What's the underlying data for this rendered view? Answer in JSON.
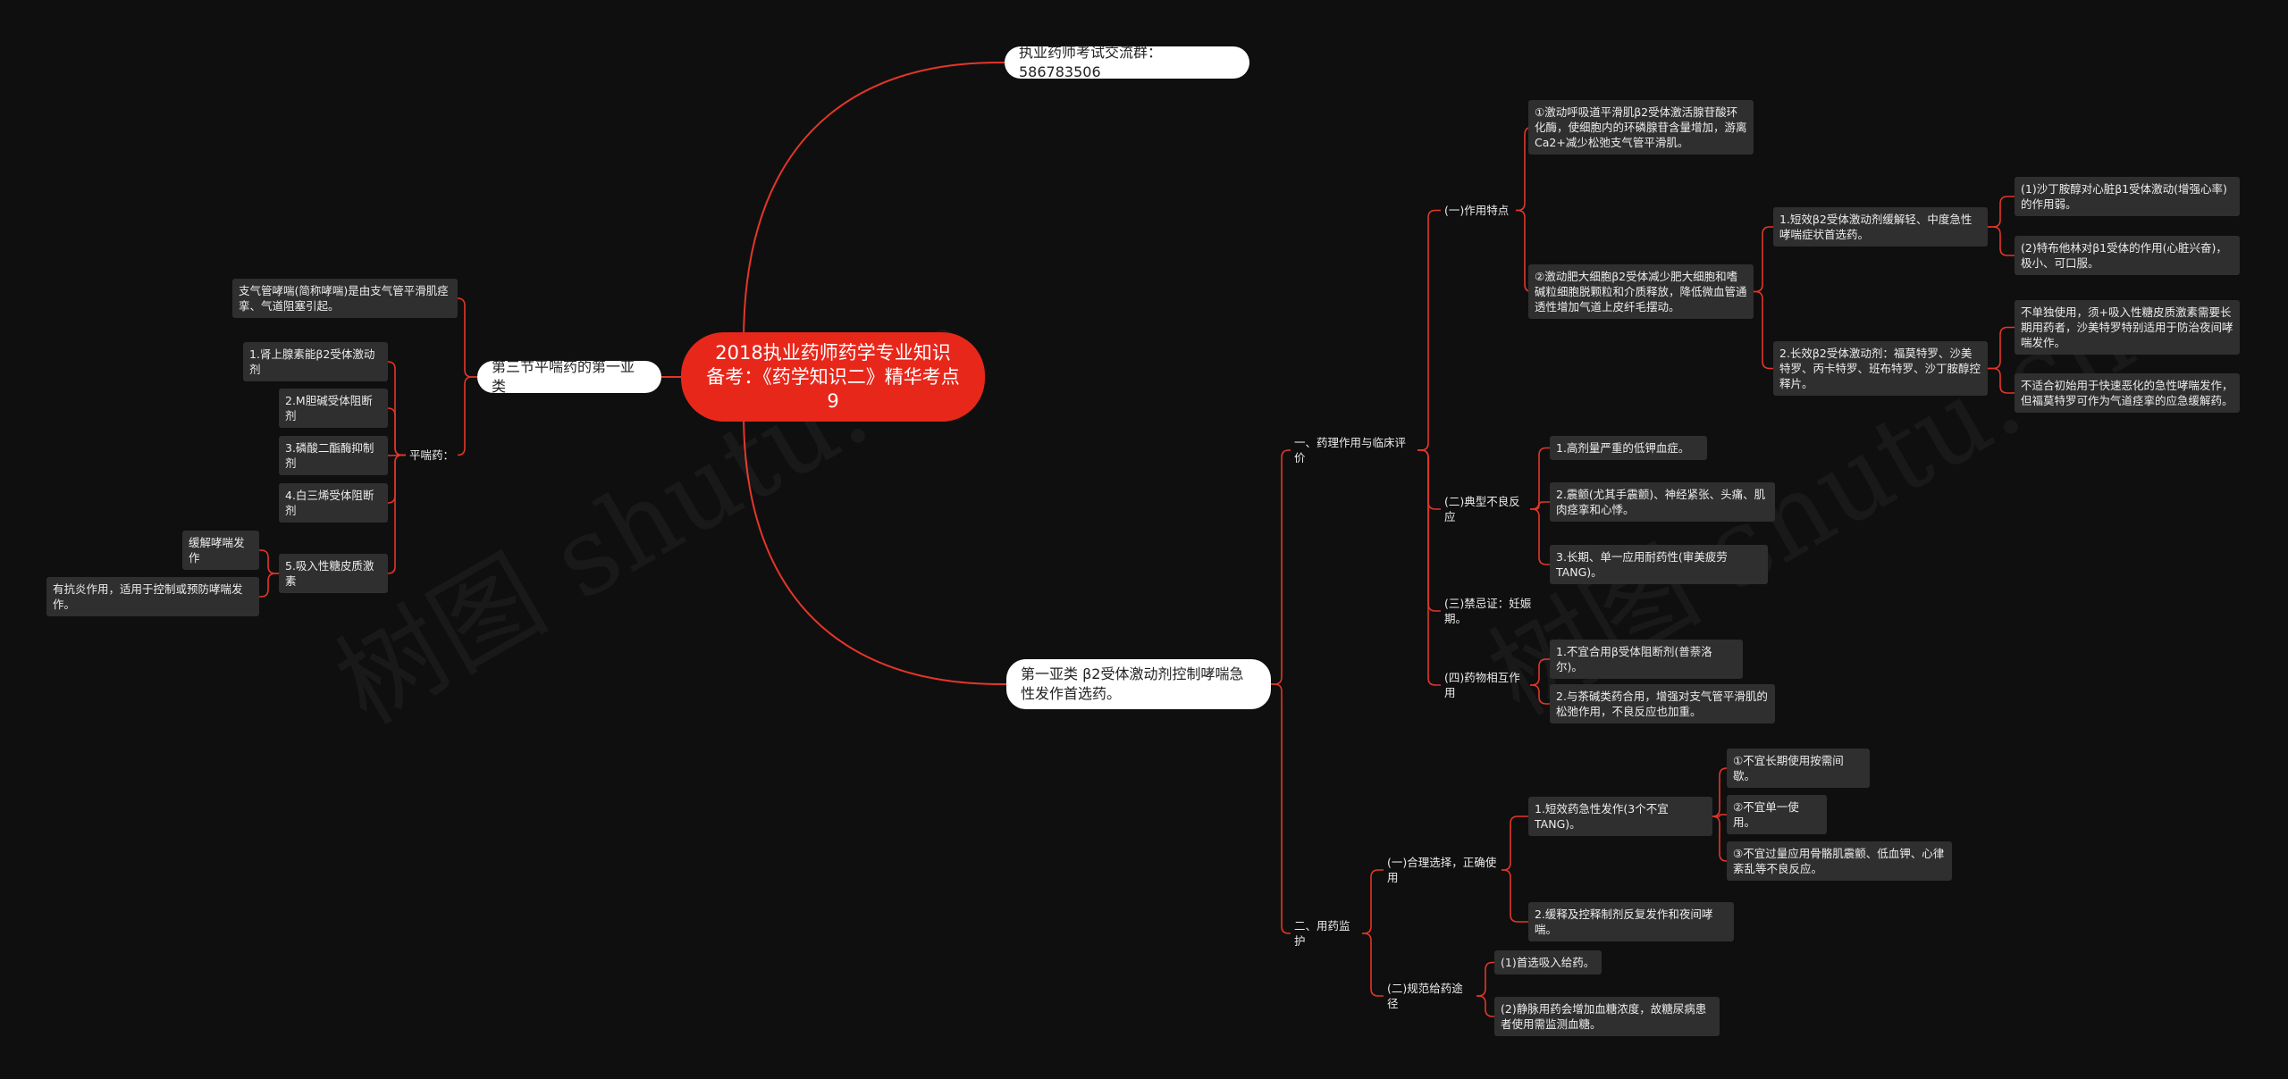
{
  "root": "2018执业药师药学专业知识备考：《药学知识二》精华考点9",
  "qq_group": "执业药师考试交流群：586783506",
  "branch_right": "第一亚类 β2受体激动剂控制哮喘急性发作首选药。",
  "branch_left": "第三节平喘药的第一亚类",
  "left": {
    "intro": "支气管哮喘(简称哮喘)是由支气管平滑肌痉挛、气道阻塞引起。",
    "drugs_label": "平喘药：",
    "drugs": [
      "1.肾上腺素能β2受体激动剂",
      "2.M胆碱受体阻断剂",
      "3.磷酸二酯酶抑制剂",
      "4.白三烯受体阻断剂",
      "5.吸入性糖皮质激素"
    ],
    "steroid_children": [
      "缓解哮喘发作",
      "有抗炎作用，适用于控制或预防哮喘发作。"
    ]
  },
  "s1": {
    "label": "一、药理作用与临床评价",
    "a": {
      "label": "(一)作用特点",
      "m1": "①激动呼吸道平滑肌β2受体激活腺苷酸环化酶，使细胞内的环磷腺苷含量增加，游离Ca2+减少松弛支气管平滑肌。",
      "m2": "②激动肥大细胞β2受体减少肥大细胞和嗜碱粒细胞脱颗粒和介质释放，降低微血管通透性增加气道上皮纤毛摆动。",
      "short": "1.短效β2受体激动剂缓解轻、中度急性哮喘症状首选药。",
      "short_children": [
        "(1)沙丁胺醇对心脏β1受体激动(增强心率)的作用弱。",
        "(2)特布他林对β1受体的作用(心脏兴奋)，极小、可口服。"
      ],
      "long": "2.长效β2受体激动剂：福莫特罗、沙美特罗、丙卡特罗、班布特罗、沙丁胺醇控释片。",
      "long_children": [
        "不单独使用，须+吸入性糖皮质激素需要长期用药者，沙美特罗特别适用于防治夜间哮喘发作。",
        "不适合初始用于快速恶化的急性哮喘发作，但福莫特罗可作为气道痉挛的应急缓解药。"
      ]
    },
    "b": {
      "label": "(二)典型不良反应",
      "items": [
        "1.高剂量严重的低钾血症。",
        "2.震颤(尤其手震颤)、神经紧张、头痛、肌肉痉挛和心悸。",
        "3.长期、单一应用耐药性(审美疲劳TANG)。"
      ]
    },
    "c": {
      "label": "(三)禁忌证：妊娠期。"
    },
    "d": {
      "label": "(四)药物相互作用",
      "items": [
        "1.不宜合用β受体阻断剂(普萘洛尔)。",
        "2.与茶碱类药合用，增强对支气管平滑肌的松弛作用，不良反应也加重。"
      ]
    }
  },
  "s2": {
    "label": "二、用药监护",
    "a": {
      "label": "(一)合理选择，正确使用",
      "short": "1.短效药急性发作(3个不宜TANG)。",
      "short_children": [
        "①不宜长期使用按需间歇。",
        "②不宜单一使用。",
        "③不宜过量应用骨骼肌震颤、低血钾、心律紊乱等不良反应。"
      ],
      "long": "2.缓释及控释制剂反复发作和夜间哮喘。"
    },
    "b": {
      "label": "(二)规范给药途径",
      "items": [
        "(1)首选吸入给药。",
        "(2)静脉用药会增加血糖浓度，故糖尿病患者使用需监测血糖。"
      ]
    }
  },
  "colors": {
    "line": "#e3362a",
    "root": "#e8271b",
    "box": "#2f2f2f",
    "background": "#0f0f0f"
  }
}
